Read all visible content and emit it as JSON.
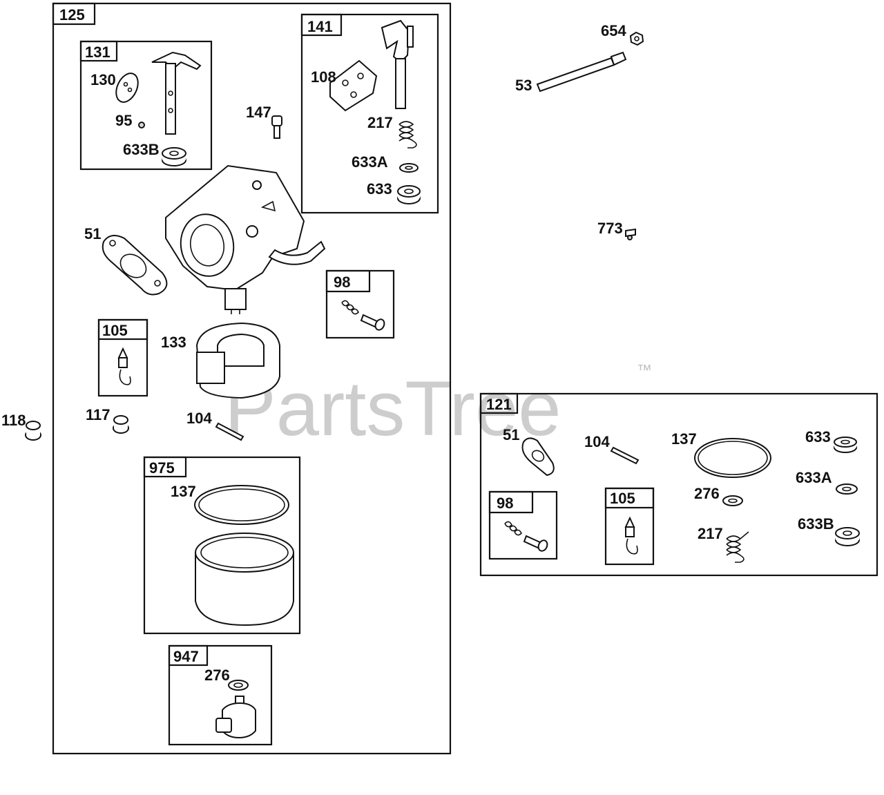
{
  "watermark": {
    "text": "PartsTree",
    "trademark": "™"
  },
  "boxes": {
    "b125": "125",
    "b131": "131",
    "b141": "141",
    "b98a": "98",
    "b105a": "105",
    "b975": "975",
    "b947": "947",
    "b121": "121",
    "b98b": "98",
    "b105b": "105"
  },
  "callouts": {
    "c130": "130",
    "c95": "95",
    "c633B_a": "633B",
    "c147": "147",
    "c108": "108",
    "c217_a": "217",
    "c633A_a": "633A",
    "c633_a": "633",
    "c51_a": "51",
    "c133": "133",
    "c117": "117",
    "c104_a": "104",
    "c118": "118",
    "c137_a": "137",
    "c276_a": "276",
    "c654": "654",
    "c53": "53",
    "c773": "773",
    "c51_b": "51",
    "c104_b": "104",
    "c137_b": "137",
    "c633_b": "633",
    "c633A_b": "633A",
    "c276_b": "276",
    "c633B_b": "633B",
    "c217_b": "217"
  }
}
